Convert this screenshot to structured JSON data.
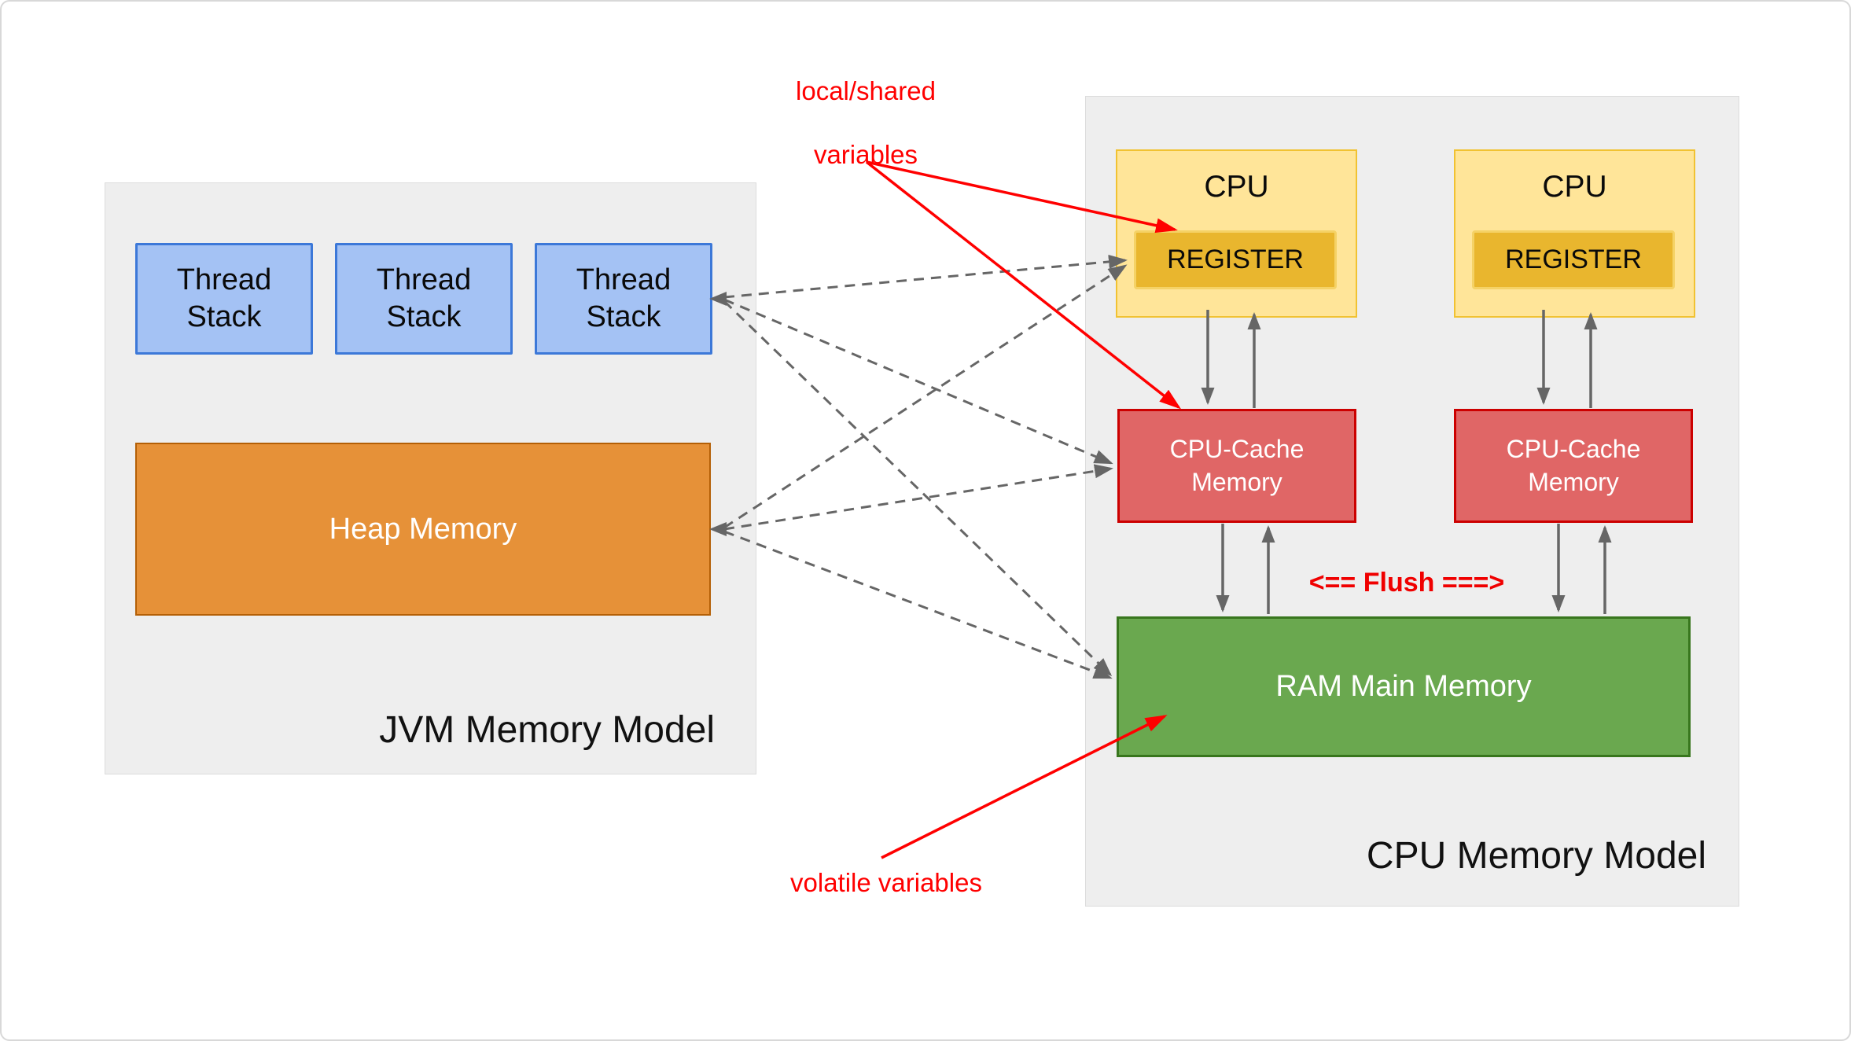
{
  "jvm": {
    "label": "JVM Memory Model",
    "thread_stacks": [
      {
        "line1": "Thread",
        "line2": "Stack"
      },
      {
        "line1": "Thread",
        "line2": "Stack"
      },
      {
        "line1": "Thread",
        "line2": "Stack"
      }
    ],
    "heap_label": "Heap Memory"
  },
  "cpu_model": {
    "label": "CPU Memory Model",
    "cpus": [
      {
        "label": "CPU",
        "register_label": "REGISTER"
      },
      {
        "label": "CPU",
        "register_label": "REGISTER"
      }
    ],
    "caches": [
      {
        "line1": "CPU-Cache",
        "line2": "Memory"
      },
      {
        "line1": "CPU-Cache",
        "line2": "Memory"
      }
    ],
    "ram_label": "RAM Main Memory",
    "flush_label": "<== Flush ===>"
  },
  "annotations": {
    "local_shared": {
      "line1": "local/shared",
      "line2": "variables"
    },
    "volatile_label": "volatile variables"
  },
  "colors": {
    "panel_bg": "#eeeeee",
    "thread_stack_fill": "#a4c2f4",
    "thread_stack_border": "#3c78d8",
    "heap_fill": "#e69138",
    "heap_border": "#b45f06",
    "cpu_fill": "#ffe599",
    "cpu_border": "#f1c232",
    "register_fill": "#e9b62e",
    "register_border": "#f5d266",
    "cache_fill": "#e06666",
    "cache_border": "#cc0000",
    "ram_fill": "#6aa84f",
    "ram_border": "#38761d",
    "connector_gray": "#666666",
    "annotation_red": "#ff0000"
  }
}
